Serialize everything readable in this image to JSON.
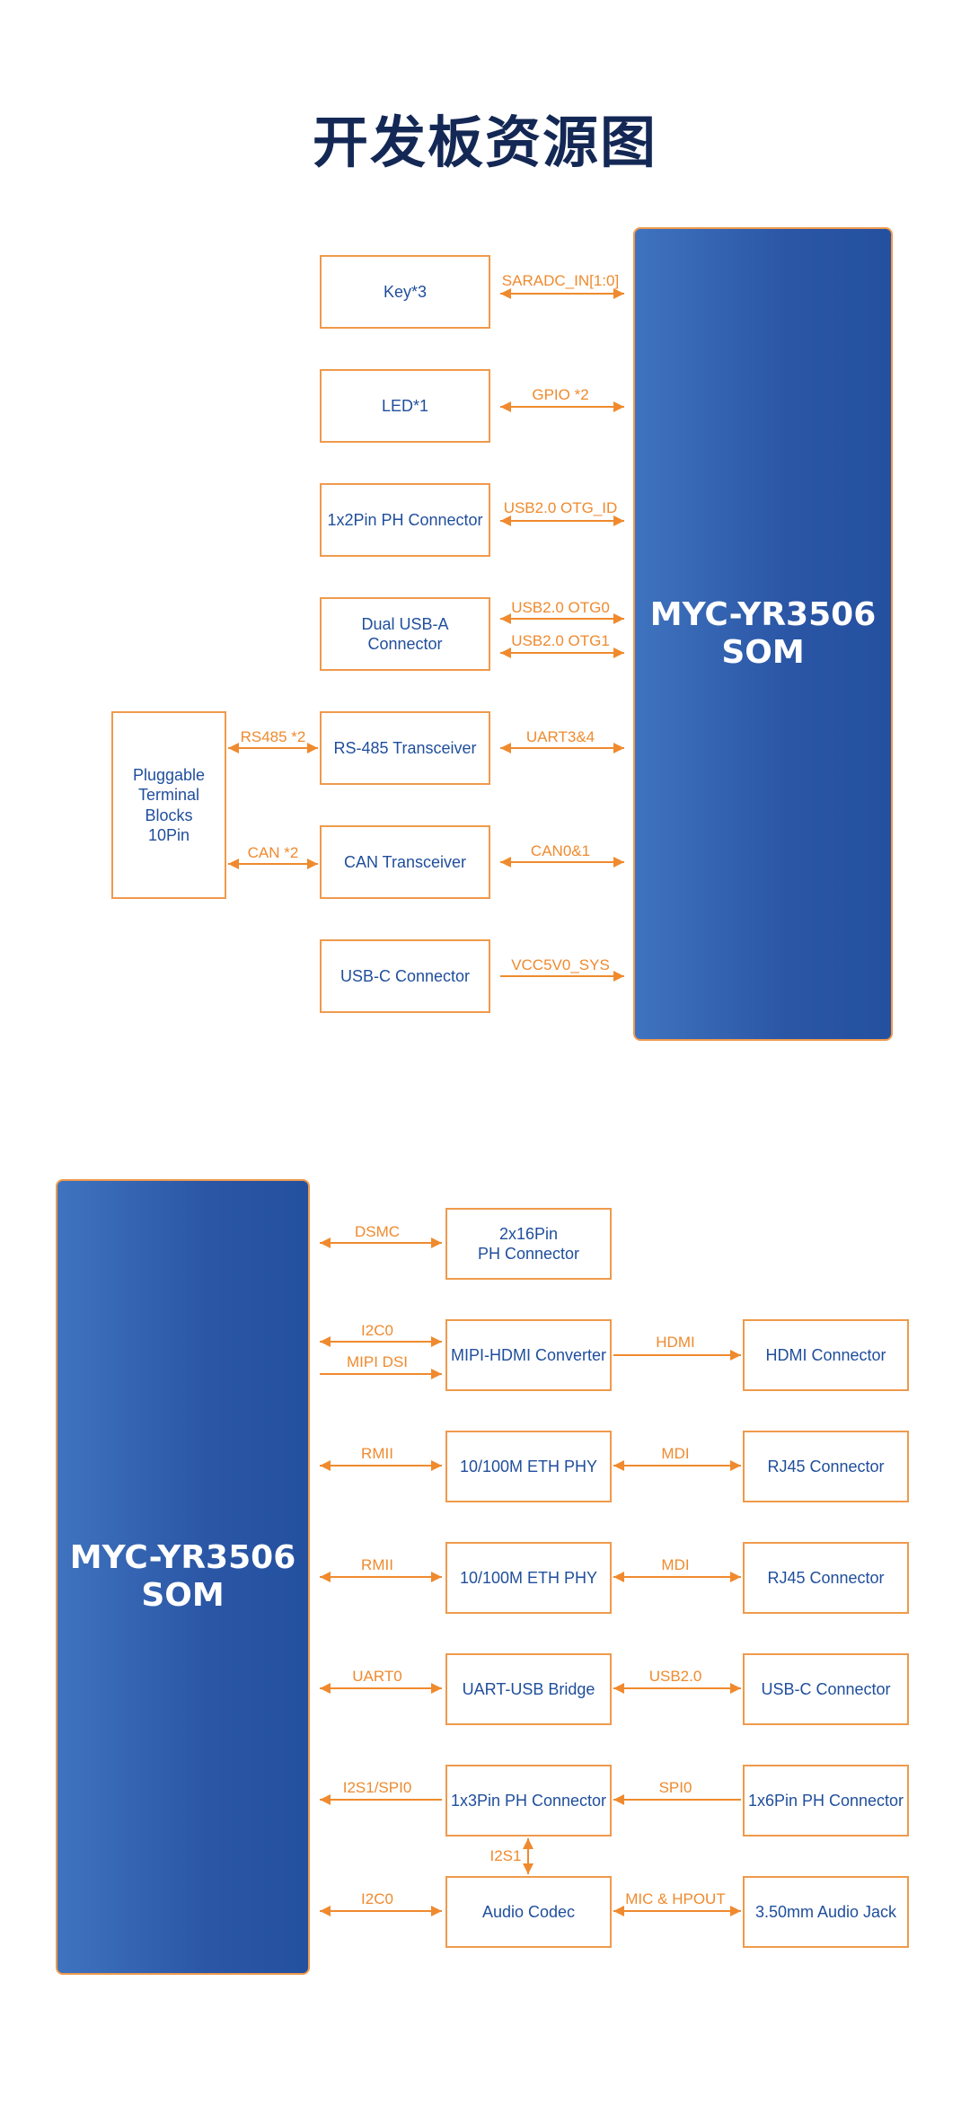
{
  "title": "开发板资源图",
  "colors": {
    "accent": "#ef8a2e",
    "som_fill": "#2a56a5",
    "title": "#142855",
    "box_text": "#1f4e9c"
  },
  "top": {
    "som": "MYC-YR3506\nSOM",
    "boxes": {
      "key": "Key*3",
      "led": "LED*1",
      "ph2": "1x2Pin PH Connector",
      "usba": "Dual USB-A\nConnector",
      "rs485": "RS-485 Transceiver",
      "can": "CAN Transceiver",
      "usbc": "USB-C Connector",
      "terminal": "Pluggable\nTerminal\nBlocks\n10Pin"
    },
    "labels": {
      "saradc": "SARADC_IN[1:0]",
      "gpio": "GPIO *2",
      "otg_id": "USB2.0 OTG_ID",
      "otg0": "USB2.0 OTG0",
      "otg1": "USB2.0 OTG1",
      "uart34": "UART3&4",
      "can01": "CAN0&1",
      "vcc": "VCC5V0_SYS",
      "rs485x2": "RS485 *2",
      "canx2": "CAN *2"
    }
  },
  "bottom": {
    "som": "MYC-YR3506\nSOM",
    "boxes": {
      "ph16": "2x16Pin\nPH Connector",
      "mipi": "MIPI-HDMI Converter",
      "hdmi_conn": "HDMI Connector",
      "eth1": "10/100M ETH PHY",
      "rj45_1": "RJ45 Connector",
      "eth2": "10/100M ETH PHY",
      "rj45_2": "RJ45 Connector",
      "uartusb": "UART-USB Bridge",
      "usbc": "USB-C Connector",
      "ph3": "1x3Pin PH Connector",
      "ph6": "1x6Pin PH Connector",
      "codec": "Audio Codec",
      "jack": "3.50mm Audio Jack"
    },
    "labels": {
      "dsmc": "DSMC",
      "i2c0a": "I2C0",
      "mipidsi": "MIPI DSI",
      "hdmi": "HDMI",
      "rmii1": "RMII",
      "mdi1": "MDI",
      "rmii2": "RMII",
      "mdi2": "MDI",
      "uart0": "UART0",
      "usb20": "USB2.0",
      "i2s1spi0": "I2S1/SPI0",
      "spi0": "SPI0",
      "i2s1": "I2S1",
      "i2c0b": "I2C0",
      "michp": "MIC & HPOUT"
    }
  }
}
